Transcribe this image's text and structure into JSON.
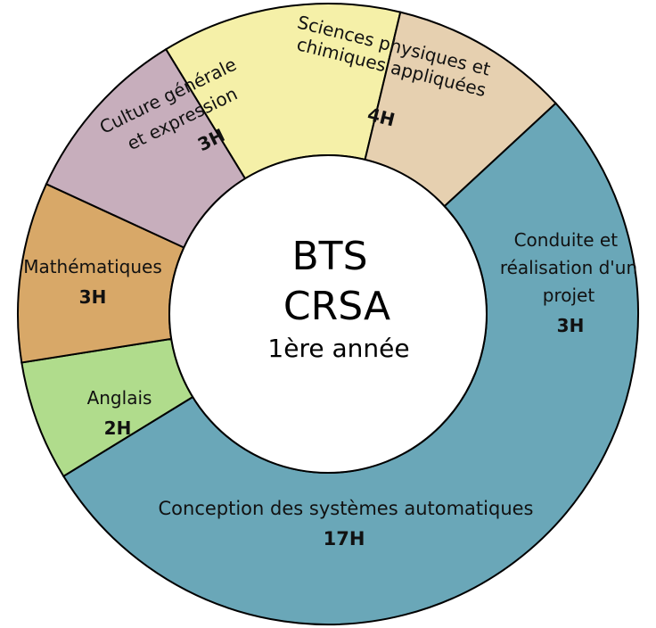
{
  "chart_data": {
    "type": "pie",
    "donut": true,
    "center": {
      "line1": "BTS",
      "line2": "CRSA",
      "line3": "1ère année"
    },
    "slices": [
      {
        "label": "Sciences physiques et chimiques appliquées",
        "hours_label": "4H",
        "value": 4,
        "color": "#f5f0a8"
      },
      {
        "label": "Conduite et réalisation d'un projet",
        "hours_label": "3H",
        "value": 3,
        "color": "#e6d0b0"
      },
      {
        "label": "Conception des systèmes automatiques",
        "hours_label": "17H",
        "value": 17,
        "color": "#6aa7b8"
      },
      {
        "label": "Anglais",
        "hours_label": "2H",
        "value": 2,
        "color": "#b0dc8c"
      },
      {
        "label": "Mathématiques",
        "hours_label": "3H",
        "value": 3,
        "color": "#d8a868"
      },
      {
        "label": "Culture générale et expression",
        "hours_label": "3H",
        "value": 3,
        "color": "#c7aebc"
      }
    ]
  }
}
